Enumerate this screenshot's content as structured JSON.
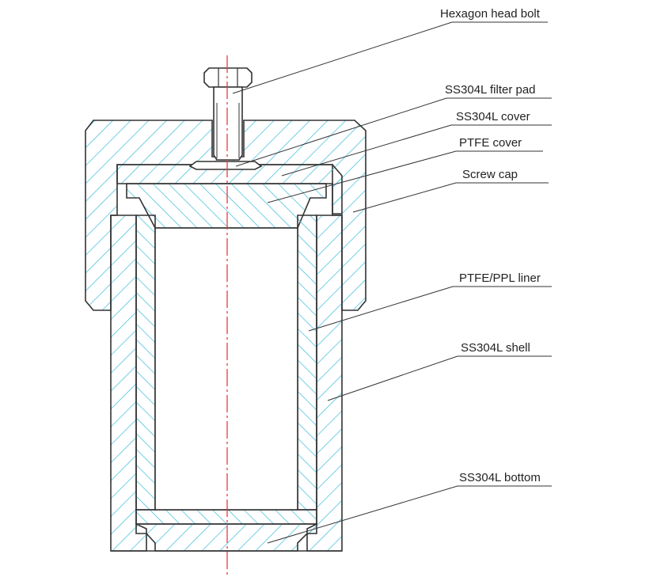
{
  "labels": {
    "hexagon_head_bolt": "Hexagon head bolt",
    "ss304l_filter_pad": "SS304L filter pad",
    "ss304l_cover": "SS304L cover",
    "ptfe_cover": "PTFE cover",
    "screw_cap": "Screw cap",
    "ptfe_ppl_liner": "PTFE/PPL liner",
    "ss304l_shell": "SS304L shell",
    "ss304l_bottom": "SS304L bottom"
  },
  "colors": {
    "hatch": "#4fc3e0",
    "outline": "#333333",
    "centerline": "#e83a3a",
    "leader": "#333333"
  }
}
